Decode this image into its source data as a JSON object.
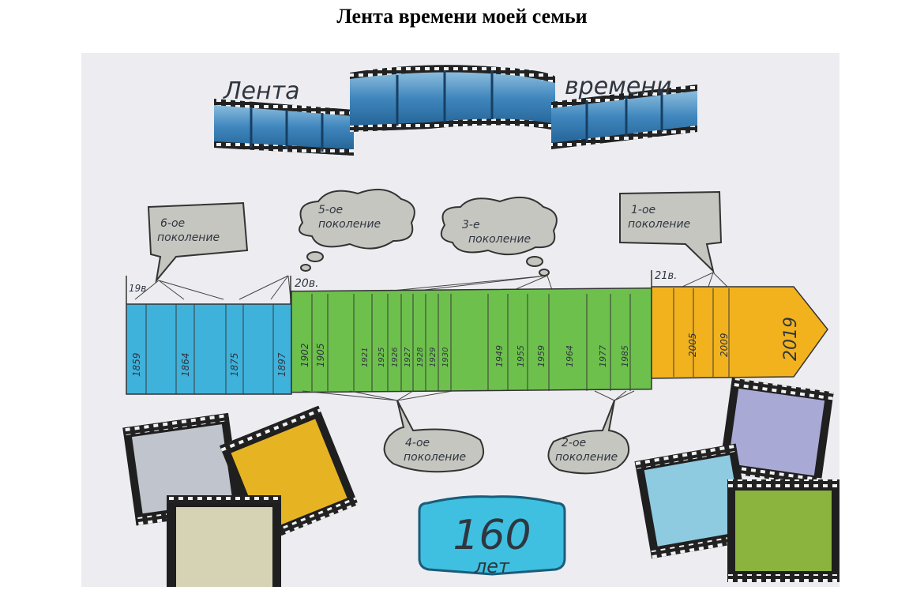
{
  "page": {
    "title": "Лента времени моей семьи"
  },
  "poster": {
    "banner": {
      "word_left": "Лента",
      "word_right": "времени"
    },
    "centuries": [
      "19в",
      "20в.",
      "21в."
    ],
    "years_19": [
      "1859",
      "1864",
      "1875",
      "1897"
    ],
    "years_20": [
      "1902",
      "1905",
      "1921",
      "1925",
      "1926",
      "1927",
      "1928",
      "1929",
      "1930",
      "1949",
      "1955",
      "1959",
      "1964",
      "1977",
      "1985"
    ],
    "years_21": [
      "2005",
      "2009",
      "2019"
    ],
    "bubbles": {
      "g6": {
        "line1": "6-ое",
        "line2": "поколение"
      },
      "g5": {
        "line1": "5-ое",
        "line2": "поколение"
      },
      "g3": {
        "line1": "3-е",
        "line2": "поколение"
      },
      "g1": {
        "line1": "1-ое",
        "line2": "поколение"
      },
      "g4": {
        "line1": "4-ое",
        "line2": "поколение"
      },
      "g2": {
        "line1": "2-ое",
        "line2": "поколение"
      }
    },
    "badge": {
      "number": "160",
      "word": "лет"
    },
    "colors": {
      "blue": "#3fb2dc",
      "green": "#6dc04c",
      "orange": "#f2b21e",
      "film": "#2e6f9e",
      "bubble": "#c6c6c0"
    }
  }
}
